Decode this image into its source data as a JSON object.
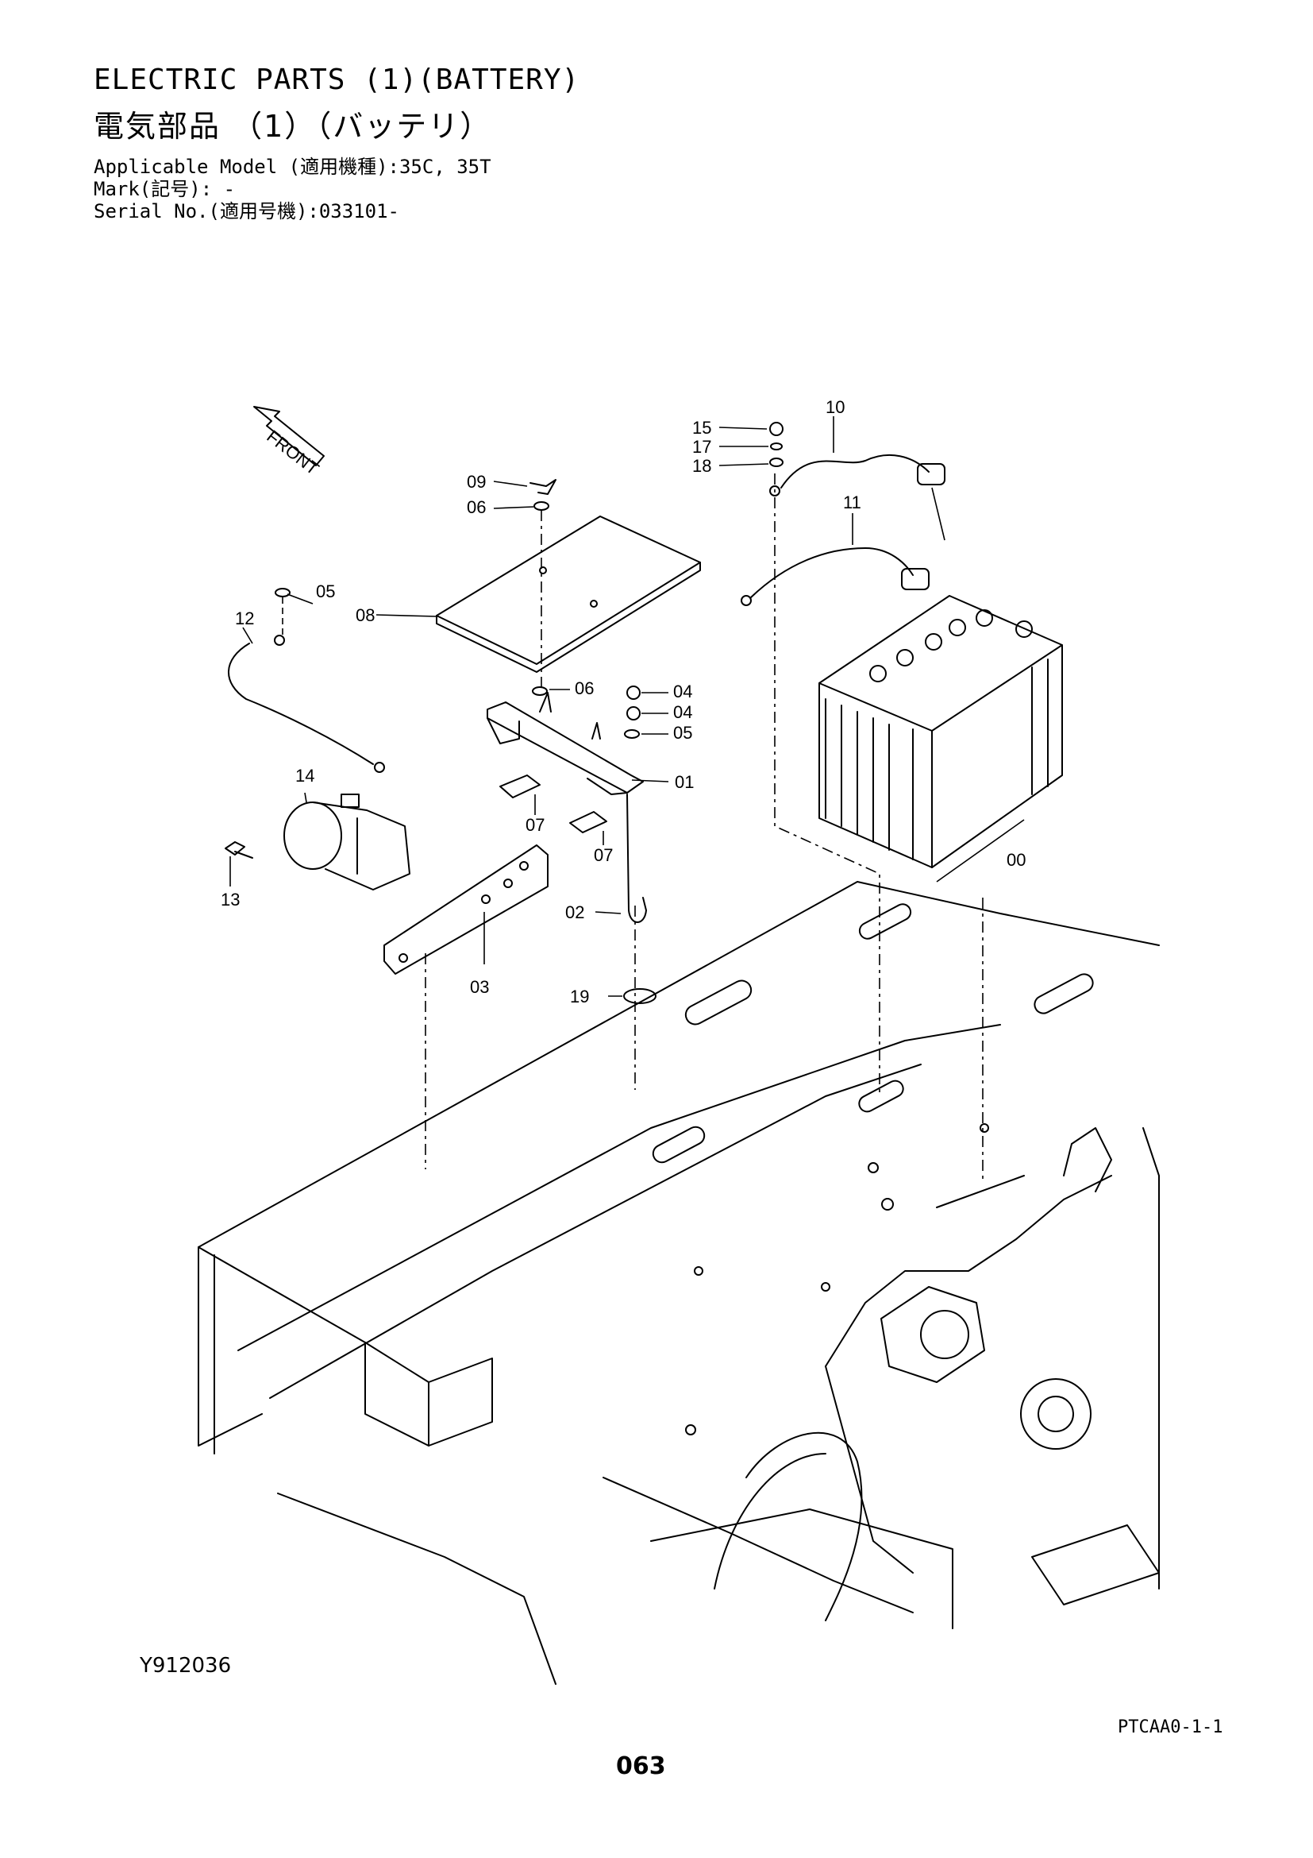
{
  "header": {
    "title_en": "ELECTRIC PARTS (1)(BATTERY)",
    "title_jp": "電気部品 （1）（バッテリ）",
    "applicable_model": "Applicable Model (適用機種):35C, 35T",
    "mark": "Mark(記号): -",
    "serial_no": "Serial No.(適用号機):033101-"
  },
  "diagram": {
    "front_label": "FRONT",
    "callouts": {
      "c00": "00",
      "c01": "01",
      "c02": "02",
      "c03": "03",
      "c04a": "04",
      "c04b": "04",
      "c05a": "05",
      "c05b": "05",
      "c06a": "06",
      "c06b": "06",
      "c07a": "07",
      "c07b": "07",
      "c08": "08",
      "c09": "09",
      "c10": "10",
      "c11": "11",
      "c12": "12",
      "c13": "13",
      "c14": "14",
      "c15": "15",
      "c17": "17",
      "c18": "18",
      "c19": "19"
    }
  },
  "footer": {
    "diagram_id": "Y912036",
    "page_code": "PTCAA0-1-1",
    "page_number": "063"
  }
}
